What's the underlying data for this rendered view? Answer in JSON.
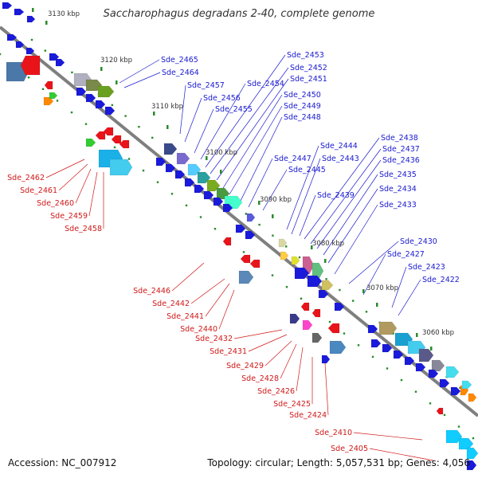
{
  "title": "Saccharophagus degradans 2-40, complete genome",
  "accession": "Accession: NC_007912",
  "topology": "Topology: circular; Length: 5,057,531 bp; Genes: 4,056",
  "colors": {
    "backbone": "#7f7f7f",
    "forward_gene": "#1a1adb",
    "reverse_gene": "#e8141a",
    "forward_label": "#1a1ad0",
    "reverse_label": "#d01818",
    "tick_dot": "#2a8a2a"
  },
  "kbp_ticks": [
    "3130 kbp",
    "3120 kbp",
    "3110 kbp",
    "3100 kbp",
    "3090 kbp",
    "3080 kbp",
    "3070 kbp",
    "3060 kbp"
  ],
  "forward_labels": [
    "Sde_2465",
    "Sde_2464",
    "Sde_2457",
    "Sde_2456",
    "Sde_2455",
    "Sde_2454",
    "Sde_2453",
    "Sde_2452",
    "Sde_2451",
    "Sde_2450",
    "Sde_2449",
    "Sde_2448",
    "Sde_2447",
    "Sde_2445",
    "Sde_2444",
    "Sde_2443",
    "Sde_2439",
    "Sde_2438",
    "Sde_2437",
    "Sde_2436",
    "Sde_2435",
    "Sde_2434",
    "Sde_2433",
    "Sde_2430",
    "Sde_2427",
    "Sde_2423",
    "Sde_2422"
  ],
  "reverse_labels": [
    "Sde_2462",
    "Sde_2461",
    "Sde_2460",
    "Sde_2459",
    "Sde_2458",
    "Sde_2446",
    "Sde_2442",
    "Sde_2441",
    "Sde_2440",
    "Sde_2432",
    "Sde_2431",
    "Sde_2429",
    "Sde_2428",
    "Sde_2426",
    "Sde_2425",
    "Sde_2424",
    "Sde_2410",
    "Sde_2405"
  ]
}
